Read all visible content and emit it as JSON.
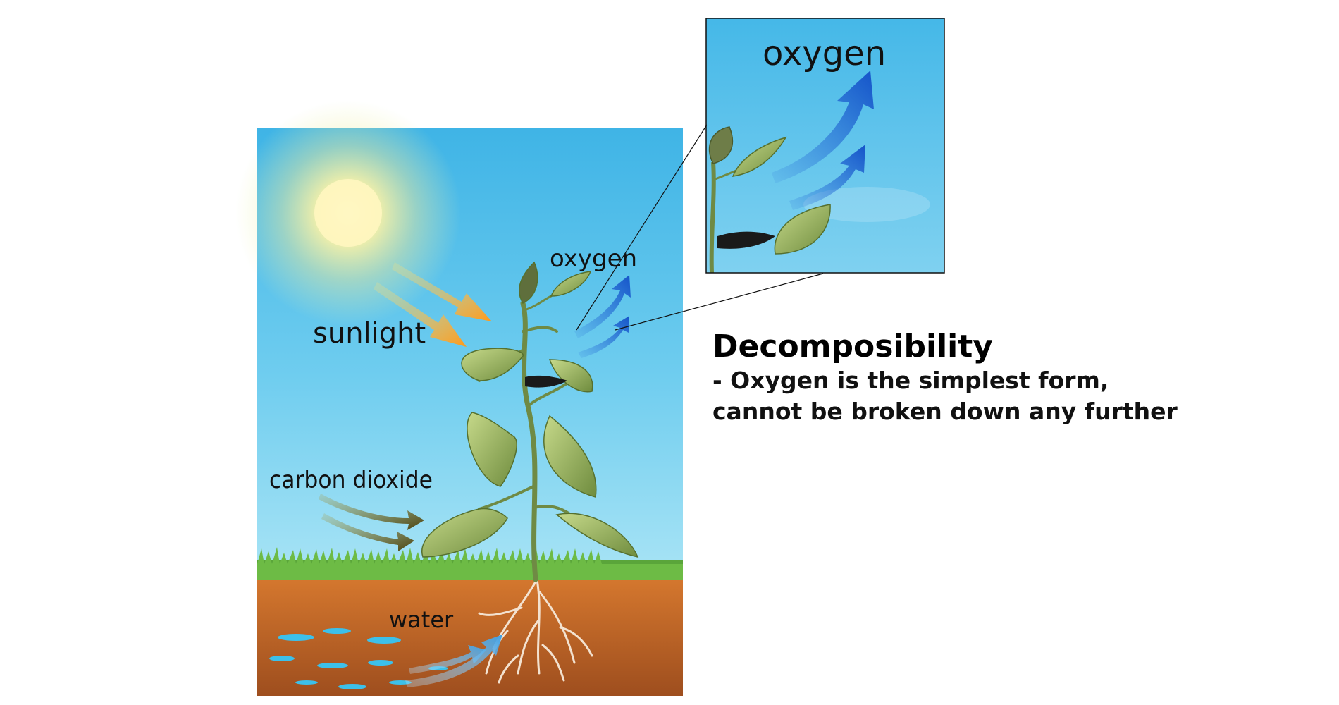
{
  "diagram": {
    "labels": {
      "sunlight": "sunlight",
      "oxygen": "oxygen",
      "carbon_dioxide": "carbon dioxide",
      "water": "water",
      "zoom_oxygen": "oxygen"
    },
    "colors": {
      "sky_top": "#3fb4e6",
      "sky_bottom": "#a9e4f5",
      "sun": "#fff6b0",
      "sunlight_arrow": "#ff9a1a",
      "oxygen_arrow": "#1553c9",
      "co2_arrow": "#5a4e10",
      "water_arrow": "#4aa8e8",
      "soil": "#c4692a",
      "grass": "#5aa53a",
      "leaf": "#8fae5a"
    }
  },
  "text": {
    "heading": "Decomposibility",
    "description": "- Oxygen is the simplest form, cannot be broken down any further"
  }
}
